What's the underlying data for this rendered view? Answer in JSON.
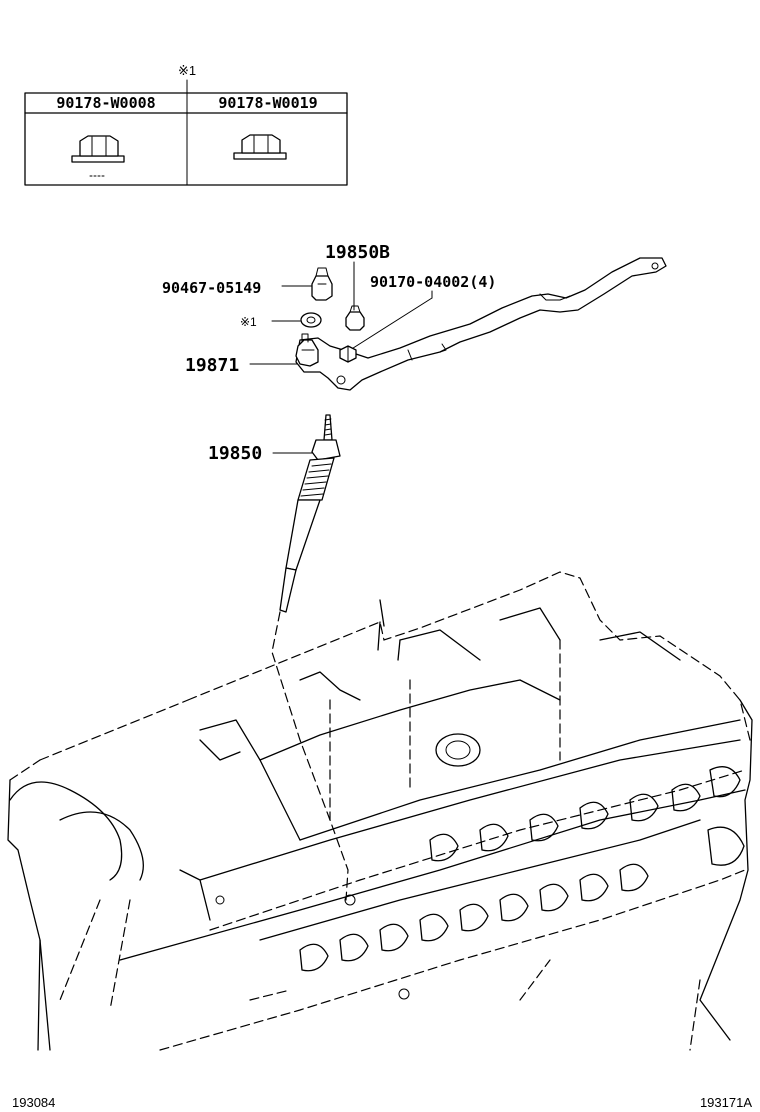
{
  "table": {
    "note_mark": "※1",
    "columns": [
      {
        "part_no": "90178-W0008",
        "icon": "flange-nut-icon"
      },
      {
        "part_no": "90178-W0019",
        "icon": "flange-nut-icon"
      }
    ]
  },
  "callouts": {
    "c19850B": "19850B",
    "c90467": "90467-05149",
    "c90170": "90170-04002(4)",
    "note1": "※1",
    "c19871": "19871",
    "c19850": "19850"
  },
  "footer": {
    "left_code": "193084",
    "right_code": "193171A"
  }
}
